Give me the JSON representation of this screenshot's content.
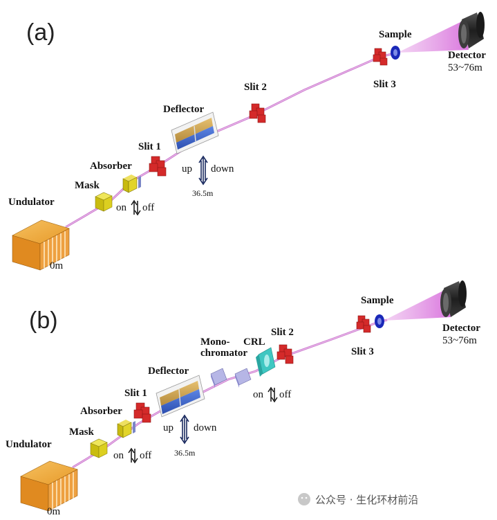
{
  "panel_a": {
    "tag": "(a)",
    "labels": {
      "undulator": "Undulator",
      "start": "0m",
      "mask": "Mask",
      "absorber": "Absorber",
      "absorber_on": "on",
      "absorber_off": "off",
      "slit1": "Slit 1",
      "deflector": "Deflector",
      "deflector_up": "up",
      "deflector_down": "down",
      "deflector_dist": "36.5m",
      "slit2": "Slit 2",
      "slit3": "Slit 3",
      "sample": "Sample",
      "detector": "Detector",
      "detector_dist": "53~76m"
    }
  },
  "panel_b": {
    "tag": "(b)",
    "labels": {
      "undulator": "Undulator",
      "start": "0m",
      "mask": "Mask",
      "absorber": "Absorber",
      "absorber_on": "on",
      "absorber_off": "off",
      "slit1": "Slit 1",
      "deflector": "Deflector",
      "deflector_up": "up",
      "deflector_down": "down",
      "deflector_dist": "36.5m",
      "mono_line1": "Mono-",
      "mono_line2": "chromator",
      "crl": "CRL",
      "crl_on": "on",
      "crl_off": "off",
      "slit2": "Slit 2",
      "slit3": "Slit 3",
      "sample": "Sample",
      "detector": "Detector",
      "detector_dist": "53~76m"
    }
  },
  "watermark": "公众号 · 生化环材前沿",
  "colors": {
    "beam": "#d58ad8",
    "undulator": "#f0a030",
    "mask": "#d8cc20",
    "slit": "#d42a2a",
    "deflector_blue": "#3a5ec8",
    "sample": "#1a28b8",
    "detector": "#2a2a2a",
    "crl": "#3fc7c2",
    "mono": "#9a9ad8"
  }
}
